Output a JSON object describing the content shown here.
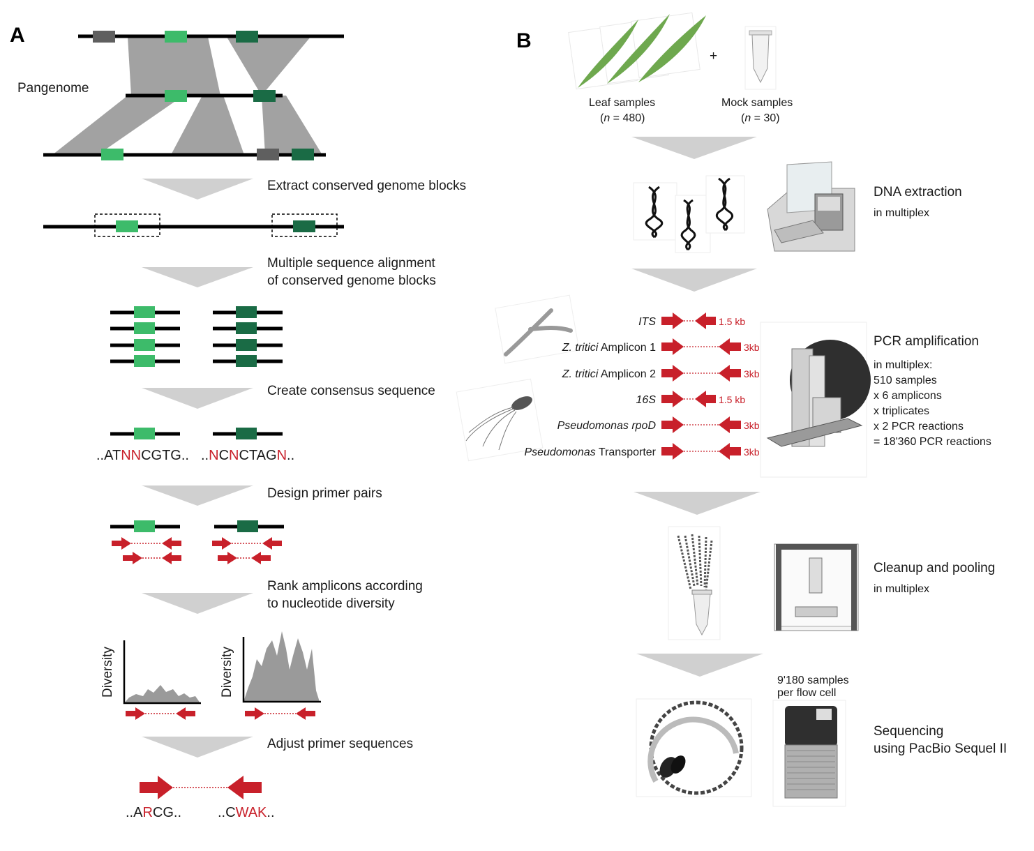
{
  "panel_a": {
    "label": "A",
    "pangenome_label": "Pangenome",
    "steps": [
      "Extract conserved genome blocks",
      "Multiple sequence alignment",
      "of conserved genome blocks",
      "Create consensus sequence",
      "Design primer pairs",
      "Rank amplicons according",
      "to nucleotide diversity",
      "Adjust primer sequences"
    ],
    "consensus_left": [
      {
        "t": "..AT",
        "red": false
      },
      {
        "t": "NN",
        "red": true
      },
      {
        "t": "CGTG..",
        "red": false
      }
    ],
    "consensus_right": [
      {
        "t": "..",
        "red": false
      },
      {
        "t": "N",
        "red": true
      },
      {
        "t": "C",
        "red": false
      },
      {
        "t": "N",
        "red": true
      },
      {
        "t": "CTAG",
        "red": false
      },
      {
        "t": "N",
        "red": true
      },
      {
        "t": "..",
        "red": false
      }
    ],
    "diversity_axis": "Diversity",
    "adjusted_left": [
      {
        "t": "..A",
        "red": false
      },
      {
        "t": "R",
        "red": true
      },
      {
        "t": "CG..",
        "red": false
      }
    ],
    "adjusted_right": [
      {
        "t": "..C",
        "red": false
      },
      {
        "t": "WAK",
        "red": true
      },
      {
        "t": "..",
        "red": false
      }
    ]
  },
  "panel_b": {
    "label": "B",
    "leaf": {
      "line1": "Leaf samples",
      "n_open": "(",
      "n_var": "n",
      "n_rest": " = 480)"
    },
    "plus": "+",
    "mock": {
      "line1": "Mock samples",
      "n_open": "(",
      "n_var": "n",
      "n_rest": " = 30)"
    },
    "dna": {
      "title": "DNA extraction",
      "sub": "in multiplex"
    },
    "pcr": {
      "title": "PCR amplification",
      "lines": [
        "in multiplex:",
        "510 samples",
        "x 6 amplicons",
        "x triplicates",
        "x 2 PCR reactions",
        "= 18'360 PCR reactions"
      ]
    },
    "amplicons": [
      {
        "italic": "ITS",
        "plain": "",
        "size": "1.5 kb"
      },
      {
        "italic": "Z. tritici",
        "plain": " Amplicon 1",
        "size": "3kb"
      },
      {
        "italic": "Z. tritici",
        "plain": " Amplicon 2",
        "size": "3kb"
      },
      {
        "italic": "16S",
        "plain": "",
        "size": "1.5 kb"
      },
      {
        "italic": "Pseudomonas rpoD",
        "plain": "",
        "size": "3kb"
      },
      {
        "italic": "Pseudomonas",
        "plain": " Transporter",
        "size": "3kb"
      }
    ],
    "cleanup": {
      "title": "Cleanup and pooling",
      "sub": "in multiplex"
    },
    "flowcell": {
      "line1": "9'180 samples",
      "line2": "per flow cell"
    },
    "seq": {
      "line1": "Sequencing",
      "line2": "using PacBio Sequel II"
    }
  },
  "colors": {
    "light_green": "#3dbb6a",
    "dark_green": "#1a6b45",
    "red": "#c8202a",
    "gray_block": "#5f5f5f",
    "band": "#9a9a9a",
    "arrow": "#d0d0d0"
  }
}
